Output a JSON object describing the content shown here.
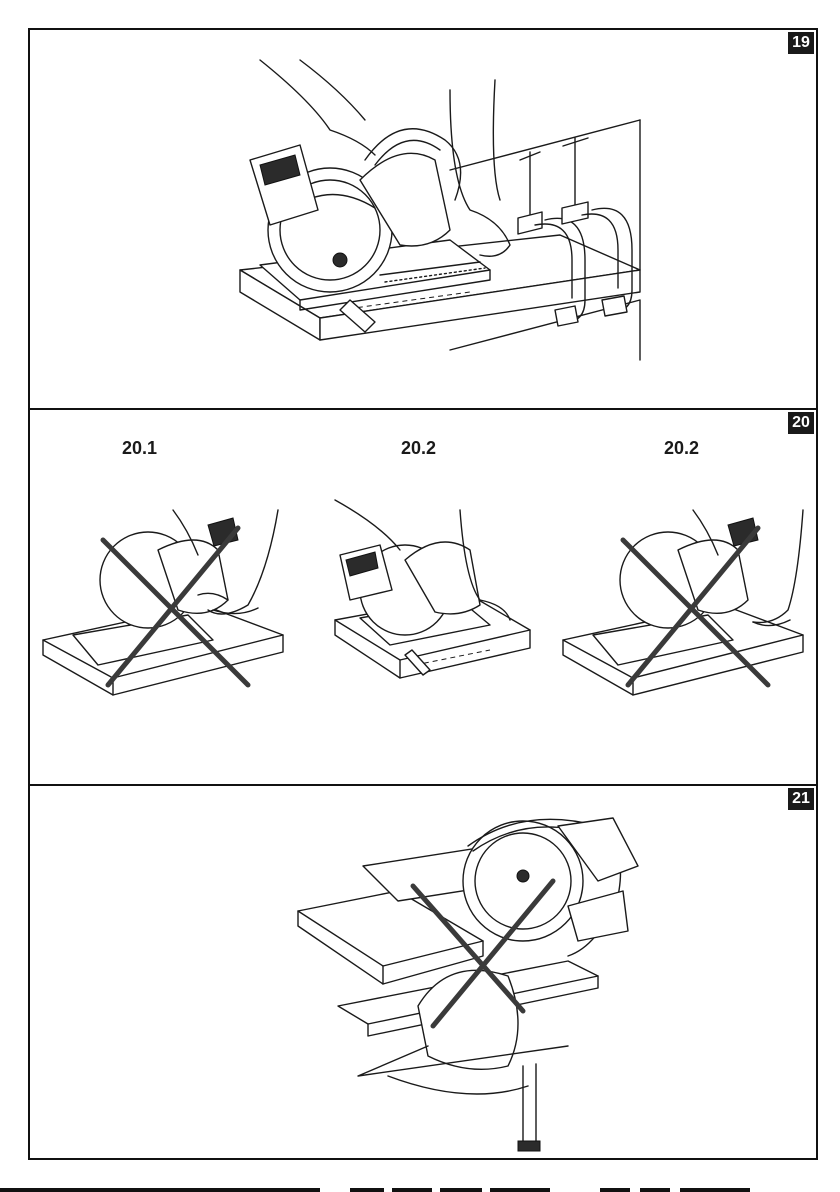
{
  "panels": {
    "p19": {
      "number": "19"
    },
    "p20": {
      "number": "20",
      "labels": [
        "20.1",
        "20.2",
        "20.2"
      ]
    },
    "p21": {
      "number": "21"
    }
  },
  "icons": {
    "wrong": "cross-icon"
  },
  "colors": {
    "line": "#1a1a1a",
    "badge_bg": "#1a1a1a",
    "badge_text": "#ffffff",
    "cross": "#3a3a3a"
  }
}
